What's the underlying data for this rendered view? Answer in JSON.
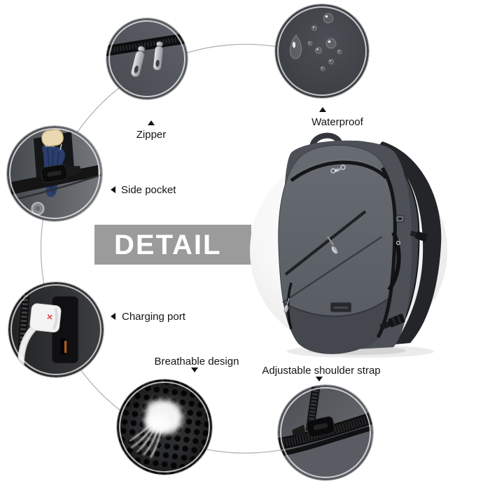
{
  "banner": {
    "label": "DETAIL",
    "background": "#9b9b9b",
    "text_color": "#ffffff"
  },
  "product": {
    "name": "backpack",
    "body_color": "#565a61",
    "trim_color": "#141517"
  },
  "features": [
    {
      "label": "Zipper",
      "icon": "zipper-detail-photo",
      "pointer": "up"
    },
    {
      "label": "Waterproof",
      "icon": "waterproof-fabric-photo",
      "pointer": "up"
    },
    {
      "label": "Side pocket",
      "icon": "side-pocket-photo",
      "pointer": "left"
    },
    {
      "label": "Charging port",
      "icon": "charging-port-photo",
      "pointer": "left"
    },
    {
      "label": "Breathable design",
      "icon": "breathable-mesh-photo",
      "pointer": "down"
    },
    {
      "label": "Adjustable shoulder strap",
      "icon": "shoulder-strap-photo",
      "pointer": "down"
    }
  ],
  "colors": {
    "background": "#ffffff",
    "connector_ring": "#b3b3b3",
    "fabric_gray": "#54575e",
    "fabric_dark": "#3a3d42",
    "umbrella_navy": "#2b3e6d",
    "umbrella_handle_beige": "#ead9b0",
    "usb_plug_white": "#f3f3f3",
    "usb_port_orange": "#b85a20",
    "mesh_black": "#161719",
    "highlight_circle": "#efefef"
  }
}
